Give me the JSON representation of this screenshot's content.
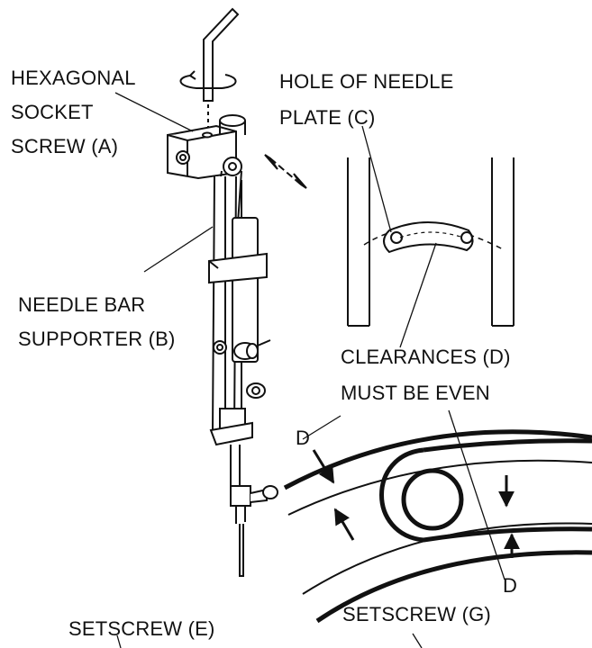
{
  "labels": {
    "hex_screw": [
      "HEXAGONAL",
      "SOCKET",
      "SCREW (A)"
    ],
    "hole_plate": [
      "HOLE OF NEEDLE",
      "PLATE (C)"
    ],
    "needle_bar": [
      "NEEDLE BAR",
      "SUPPORTER (B)"
    ],
    "clearances": [
      "CLEARANCES (D)",
      "MUST BE EVEN"
    ],
    "d_top": "D",
    "d_bottom": "D",
    "setscrew_e": "SETSCREW (E)",
    "setscrew_g": "SETSCREW (G)"
  }
}
